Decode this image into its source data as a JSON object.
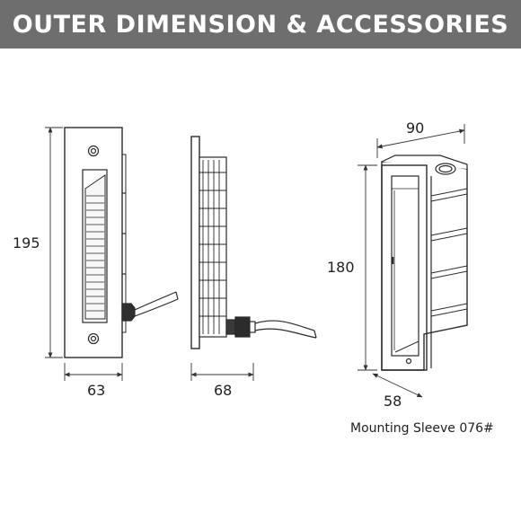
{
  "header": {
    "title": "OUTER DIMENSION & ACCESSORIES",
    "background": "#6e6e6e",
    "text_color": "#ffffff"
  },
  "front_view": {
    "height_label": "195",
    "width_label": "63"
  },
  "side_view": {
    "depth_label": "68"
  },
  "mounting_sleeve": {
    "width_label": "90",
    "height_label": "180",
    "depth_label": "58",
    "caption": "Mounting Sleeve 076#"
  },
  "colors": {
    "line": "#2a2a2a",
    "dim_line": "#333333"
  }
}
